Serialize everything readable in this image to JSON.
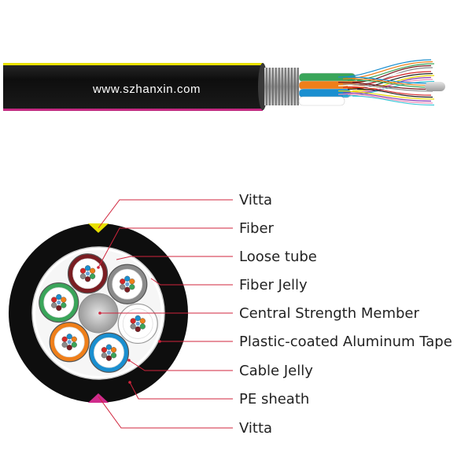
{
  "watermark": "www.szhanxin.com",
  "labels": [
    "Vitta",
    "Fiber",
    "Loose tube",
    "Fiber Jelly",
    "Central Strength Member",
    "Plastic-coated Aluminum Tape",
    "Cable Jelly",
    "PE sheath",
    "Vitta"
  ],
  "colors": {
    "sheath": "#111111",
    "vitta_top": "#e8e000",
    "vitta_bottom": "#d02c8c",
    "leader_line": "#d0243c",
    "armor": "#a9a9a9",
    "central_member": "#b8b8b8",
    "tube_brown": "#7a1d22",
    "tube_gray": "#8a8a8a",
    "tube_green": "#3aa55a",
    "tube_white": "#ffffff",
    "tube_orange": "#ef7f1a",
    "tube_blue": "#1a8fd0"
  },
  "loose_tubes": [
    "brown",
    "gray",
    "green",
    "white",
    "orange",
    "blue"
  ],
  "fiber_colors": [
    "blue",
    "orange",
    "green",
    "brown",
    "gray",
    "white",
    "red",
    "black",
    "yellow",
    "violet",
    "pink",
    "aqua"
  ]
}
